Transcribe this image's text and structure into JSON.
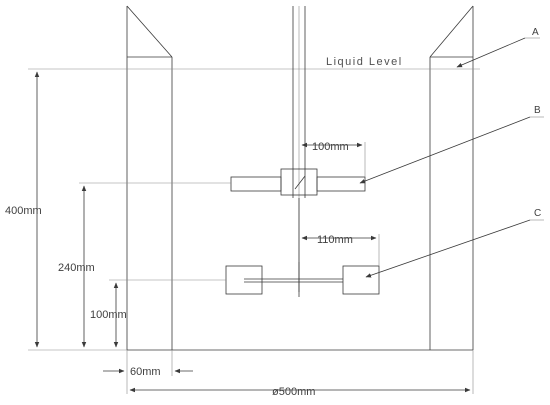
{
  "callouts": {
    "a": "A",
    "b": "B",
    "c": "C"
  },
  "labels": {
    "liquid_level": "Liquid Level",
    "height_total": "400mm",
    "height_upper": "240mm",
    "height_lower": "100mm",
    "width_upper": "100mm",
    "width_lower": "110mm",
    "baffle_width": "60mm",
    "diameter": "ø500mm"
  }
}
